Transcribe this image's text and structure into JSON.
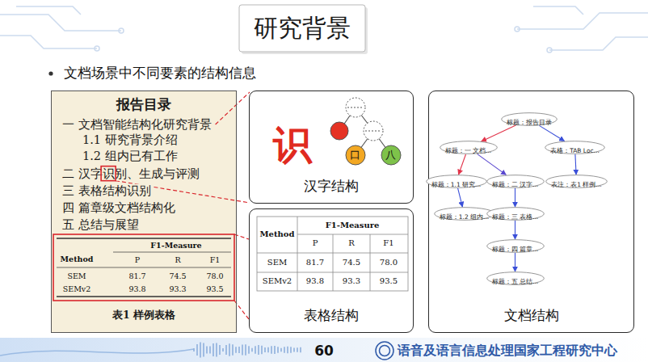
{
  "diagram": {
    "title": "研究背景",
    "nodes": [
      {
        "text": [
          "报告目录",
          "一 文档智能结构化研究背景",
          "1.1 研究背景介绍",
          "1.2 组内已有工作",
          "二 汉字识别、生成与评测",
          "三 表格结构识别",
          "四 篇章级文档结构化",
          "五 总结与展望",
          "表1 样例表格"
        ]
      },
      {
        "text": [
          "汉字结构"
        ]
      },
      {
        "text": [
          "口"
        ],
        "in": 1
      },
      {
        "text": [
          "八"
        ],
        "in": 1
      },
      {
        "text": [
          "表格结构"
        ]
      },
      {
        "text": [
          "文档结构"
        ]
      },
      {
        "text": [
          "标题：报告目录"
        ],
        "in": 5
      },
      {
        "text": [
          "标题：一 文档..."
        ],
        "in": 5
      },
      {
        "text": [
          "表格：TAB Loc..."
        ],
        "in": 5
      },
      {
        "text": [
          "标题：1.1 研究..."
        ],
        "in": 5
      },
      {
        "text": [
          "标题：二 汉字..."
        ],
        "in": 5
      },
      {
        "text": [
          "表注：表1 样例..."
        ],
        "in": 5
      },
      {
        "text": [
          "标题：1.2 组内..."
        ],
        "in": 5
      },
      {
        "text": [
          "标题：三 表格..."
        ],
        "in": 5
      },
      {
        "text": [
          "标题：四 篇章..."
        ],
        "in": 5
      },
      {
        "text": [
          "标题：五 总结..."
        ],
        "in": 5
      }
    ],
    "edges": [
      {
        "from": 6,
        "to": 7,
        "arrow": "to"
      },
      {
        "from": 6,
        "to": 8,
        "arrow": "to"
      },
      {
        "from": 7,
        "to": 9,
        "arrow": "to"
      },
      {
        "from": 7,
        "to": 10,
        "arrow": "to"
      },
      {
        "from": 8,
        "to": 11,
        "arrow": "to"
      },
      {
        "from": 9,
        "to": 12,
        "arrow": "to"
      },
      {
        "from": 10,
        "to": 13,
        "arrow": "to"
      },
      {
        "from": 13,
        "to": 14,
        "arrow": "to"
      },
      {
        "from": 14,
        "to": 15,
        "arrow": "to"
      }
    ],
    "labels": [
      "文档场景中不同要素的结构信息",
      "Method",
      "F1-Measure",
      "P",
      "R",
      "F1",
      "SEM",
      "81.7",
      "74.5",
      "78.0",
      "SEMv2",
      "93.8",
      "93.3",
      "93.5",
      "识",
      "Method",
      "F1-Measure",
      "P",
      "R",
      "F1",
      "SEM",
      "81.7",
      "74.5",
      "78.0",
      "SEMv2",
      "93.8",
      "93.3",
      "93.5",
      "60",
      "语音及语言信息处理国家工程研究中心"
    ]
  }
}
